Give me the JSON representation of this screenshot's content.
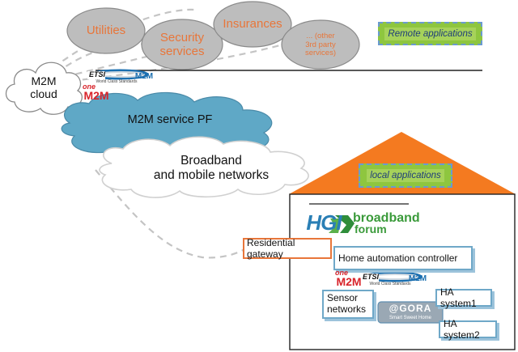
{
  "cloud_apps": {
    "utilities": "Utilities",
    "security": "Security\nservices",
    "insurances": "Insurances",
    "third_party": "... (other\n3rd party\nservices)"
  },
  "remote_apps": "Remote applications",
  "m2m_cloud": "M2M\ncloud",
  "m2m_platform": "M2M service PF",
  "networks": "Broadband\nand mobile networks",
  "local_apps": "local applications",
  "residential_gateway": "Residential gateway",
  "home_controller": "Home automation controller",
  "sensor_networks": "Sensor\nnetworks",
  "ha_system1": "HA system1",
  "ha_system2": "HA system2",
  "logos": {
    "etsi": "ETSI",
    "etsi_m2m": "M2M",
    "etsi_tagline": "World Class Standards",
    "onem2m_one": "one",
    "onem2m_m2m": "M2M",
    "hgi": "HGI",
    "broadband": "broadband",
    "forum": "forum",
    "agora": "@GORA",
    "agora_tagline": "Smart Sweet Home"
  },
  "colors": {
    "oval_fill": "#bdbdbd",
    "oval_text": "#e8763a",
    "m2m_cloud_blue": "#5fa8c6",
    "roof": "#f47a20",
    "app_green": "#8ec63f",
    "box_border": "#6fa8c8"
  }
}
